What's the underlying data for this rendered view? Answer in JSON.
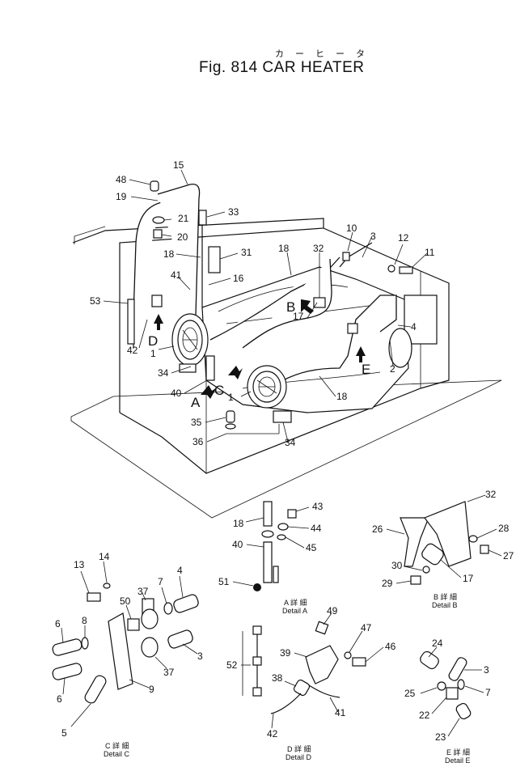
{
  "figure": {
    "title": "Fig. 814  CAR HEATER",
    "subtitle_kana": "カーヒータ"
  },
  "main": {
    "part_labels": [
      "48",
      "19",
      "15",
      "21",
      "33",
      "20",
      "18",
      "31",
      "16",
      "41",
      "53",
      "42",
      "34",
      "40",
      "35",
      "36",
      "1",
      "32",
      "18",
      "17",
      "3",
      "12",
      "11",
      "10",
      "4",
      "2",
      "18",
      "1",
      "34"
    ],
    "detail_letters": [
      "A",
      "B",
      "C",
      "D",
      "E"
    ]
  },
  "details": {
    "A": {
      "caption_jp": "A 詳 細",
      "caption_en": "Detail A",
      "labels": [
        "18",
        "43",
        "44",
        "40",
        "45",
        "51"
      ]
    },
    "B": {
      "caption_jp": "B 詳 細",
      "caption_en": "Detail B",
      "labels": [
        "32",
        "26",
        "28",
        "27",
        "30",
        "29",
        "17"
      ]
    },
    "C": {
      "caption_jp": "C 詳 細",
      "caption_en": "Detail C",
      "labels": [
        "13",
        "14",
        "37",
        "7",
        "4",
        "50",
        "6",
        "8",
        "3",
        "37",
        "6",
        "9",
        "5"
      ]
    },
    "D": {
      "caption_jp": "D 詳 細",
      "caption_en": "Detail D",
      "labels": [
        "49",
        "47",
        "46",
        "39",
        "52",
        "38",
        "41",
        "42"
      ]
    },
    "E": {
      "caption_jp": "E 詳 細",
      "caption_en": "Detail E",
      "labels": [
        "24",
        "3",
        "25",
        "7",
        "22",
        "23"
      ]
    }
  }
}
